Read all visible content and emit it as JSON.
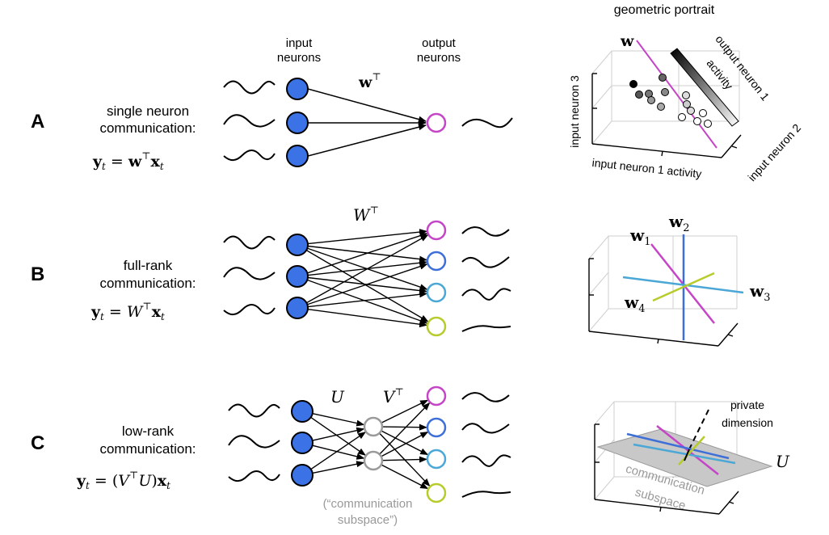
{
  "colors": {
    "input_fill": "#3b73e6",
    "magenta": "#c545c7",
    "blue": "#3e6fd8",
    "cyan": "#4aa7d6",
    "lime": "#b7cc2b",
    "gray_node": "#9a9a9a",
    "plane": "#c8c8c8"
  },
  "header": {
    "input_neurons_l1": "input",
    "input_neurons_l2": "neurons",
    "output_neurons_l1": "output",
    "output_neurons_l2": "neurons",
    "portrait_title": "geometric portrait"
  },
  "panels": {
    "a": {
      "letter": "A",
      "desc_l1": "single neuron",
      "desc_l2": "communication:",
      "eq_y": "y",
      "eq_t": "t",
      "eq_eq": " = ",
      "eq_w": "w",
      "eq_T": "⊤",
      "eq_x": "x",
      "eq_xt": "t",
      "weight_w": "w",
      "weight_T": "⊤",
      "plot": {
        "vector_w": "w",
        "yaxis": "input neuron 3",
        "xaxis": "input neuron 1 activity",
        "zaxis": "input neuron 2",
        "colorbar_label_l1": "output neuron 1",
        "colorbar_label_l2": "activity"
      }
    },
    "b": {
      "letter": "B",
      "desc_l1": "full-rank",
      "desc_l2": "communication:",
      "eq_y": "y",
      "eq_t": "t",
      "eq_eq": " = ",
      "eq_W": "W",
      "eq_T": "⊤",
      "eq_x": "x",
      "eq_xt": "t",
      "weight_W": "W",
      "weight_T": "⊤",
      "plot": {
        "w1": "w",
        "w1s": "1",
        "w2": "w",
        "w2s": "2",
        "w3": "w",
        "w3s": "3",
        "w4": "w",
        "w4s": "4"
      }
    },
    "c": {
      "letter": "C",
      "desc_l1": "low-rank",
      "desc_l2": "communication:",
      "eq_y": "y",
      "eq_t": "t",
      "eq_eq": " = (",
      "eq_V": "V",
      "eq_T": "⊤",
      "eq_U": "U",
      "eq_close": ")",
      "eq_x": "x",
      "eq_xt": "t",
      "weight_U": "U",
      "weight_V": "V",
      "weight_T": "⊤",
      "subspace_l1": "(“communication",
      "subspace_l2": "subspace”)",
      "plot": {
        "private_l1": "private",
        "private_l2": "dimension",
        "U_label": "U",
        "comm_l1": "communication",
        "comm_l2": "subspace"
      }
    }
  }
}
